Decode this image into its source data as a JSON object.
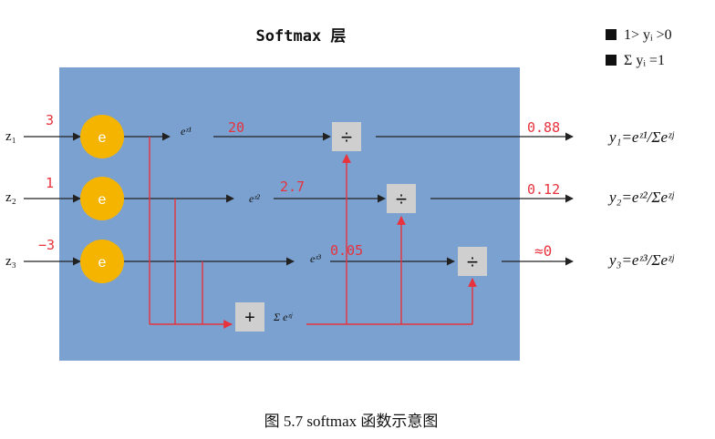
{
  "title": "Softmax 层",
  "legend": {
    "item1": "1> yᵢ >0",
    "item2": "Σ yᵢ =1"
  },
  "inputs": [
    {
      "name": "z₁",
      "value": "3"
    },
    {
      "name": "z₂",
      "value": "1"
    },
    {
      "name": "z₃",
      "value": "−3"
    }
  ],
  "exp_node_label": "e",
  "exp_labels": [
    "eᶻ¹",
    "eᶻ²",
    "eᶻ³"
  ],
  "exp_values": [
    "20",
    "2.7",
    "0.05"
  ],
  "divide_symbol": "÷",
  "sum_symbol": "+",
  "sum_label": "Σ eᶻʲ",
  "outputs": [
    "0.88",
    "0.12",
    "≈0"
  ],
  "formulas": [
    "y₁=eᶻ¹/Σeᶻʲ",
    "y₂=eᶻ²/Σeᶻʲ",
    "y₃=eᶻ³/Σeᶻʲ"
  ],
  "caption": "图 5.7 softmax 函数示意图",
  "colors": {
    "panel": "#7aa1d0",
    "node": "#f5b400",
    "red": "#e8323c",
    "box": "#cfcfcf",
    "line": "#222222"
  }
}
